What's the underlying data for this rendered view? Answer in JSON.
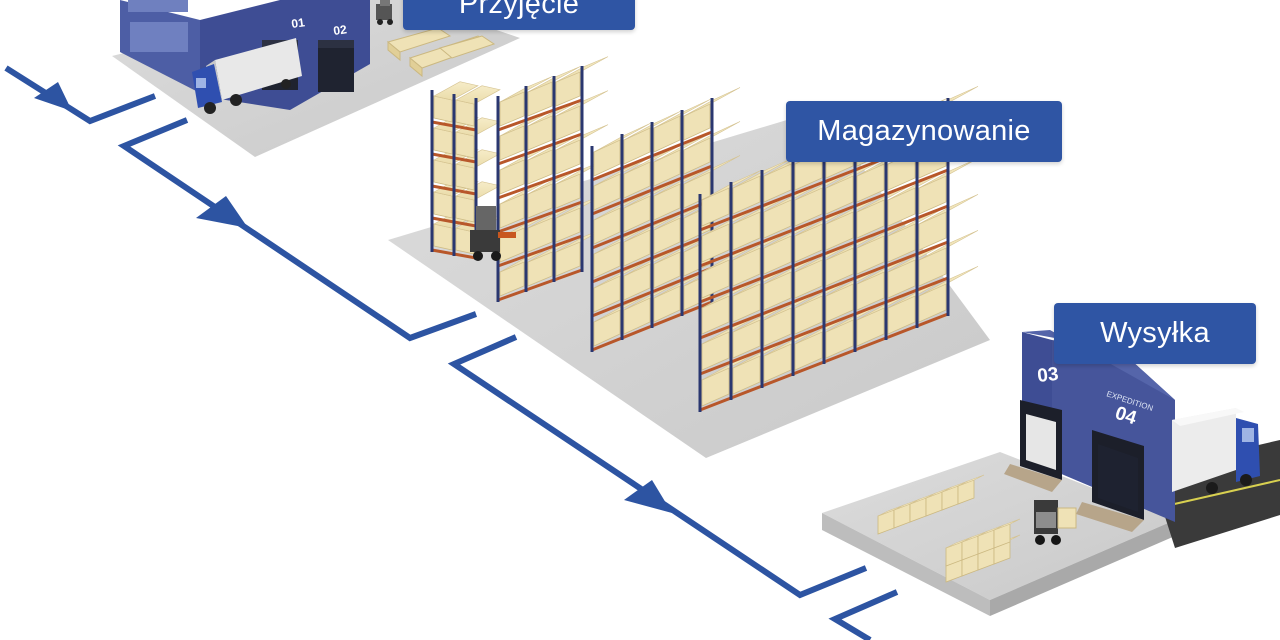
{
  "stages": {
    "receiving": {
      "label": "Przyjęcie"
    },
    "storage": {
      "label": "Magazynowanie"
    },
    "shipping": {
      "label": "Wysyłka"
    }
  },
  "docks": {
    "receiving": {
      "numbers": [
        "01",
        "02"
      ]
    },
    "shipping": {
      "numbers": [
        "03",
        "04"
      ],
      "caption": "EXPEDITION"
    }
  },
  "colors": {
    "flow_line": "#2d54a2",
    "label_bg": "#2f55a4",
    "building_blue": "#3f4f96",
    "pallet": "#efe2b6",
    "rack_upright": "#2a3770",
    "rack_beam": "#b8572a",
    "floor": "#d5d5d5"
  }
}
